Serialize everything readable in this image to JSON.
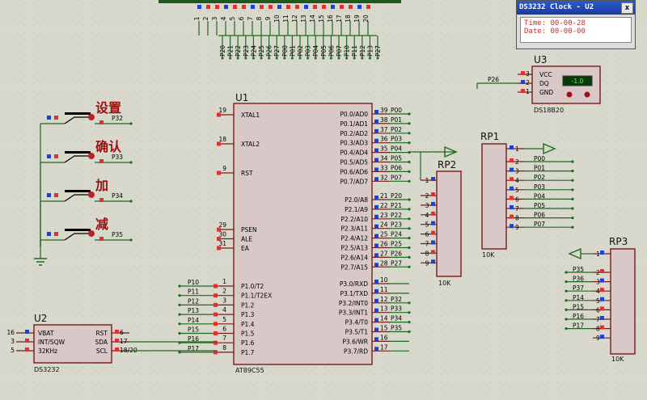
{
  "clock_window": {
    "title": "DS3232 Clock - U2",
    "close": "x",
    "time_label": "Time:",
    "time": "00-00-28",
    "date_label": "Date:",
    "date": "00-00-00"
  },
  "top_header": {
    "numbers": [
      "1",
      "2",
      "3",
      "4",
      "5",
      "6",
      "7",
      "8",
      "9",
      "10",
      "11",
      "12",
      "13",
      "14",
      "15",
      "16",
      "17",
      "18",
      "19",
      "20"
    ],
    "nets": [
      "P20",
      "P21",
      "P22",
      "P23",
      "P24",
      "P25",
      "P26",
      "P27",
      "P00",
      "P01",
      "P02",
      "P03",
      "P04",
      "P05",
      "P06",
      "P07",
      "P10",
      "P11",
      "P12",
      "P13",
      "P27"
    ]
  },
  "buttons": [
    {
      "label": "设置",
      "net": "P32"
    },
    {
      "label": "确认",
      "net": "P33"
    },
    {
      "label": "加",
      "net": "P34"
    },
    {
      "label": "减",
      "net": "P35"
    }
  ],
  "u1": {
    "ref": "U1",
    "part": "AT89C55",
    "left_top": [
      {
        "num": "19",
        "name": "XTAL1"
      },
      {
        "num": "18",
        "name": "XTAL2"
      },
      {
        "num": "9",
        "name": "RST"
      }
    ],
    "left_mid": [
      {
        "num": "29",
        "name": "PSEN"
      },
      {
        "num": "30",
        "name": "ALE"
      },
      {
        "num": "31",
        "name": "EA"
      }
    ],
    "left_p1": [
      {
        "num": "1",
        "name": "P1.0/T2",
        "net": "P10"
      },
      {
        "num": "2",
        "name": "P1.1/T2EX",
        "net": "P11"
      },
      {
        "num": "3",
        "name": "P1.2",
        "net": "P12"
      },
      {
        "num": "4",
        "name": "P1.3",
        "net": "P13"
      },
      {
        "num": "5",
        "name": "P1.4",
        "net": "P14"
      },
      {
        "num": "6",
        "name": "P1.5",
        "net": "P15"
      },
      {
        "num": "7",
        "name": "P1.6",
        "net": "P16"
      },
      {
        "num": "8",
        "name": "P1.7",
        "net": "P17"
      }
    ],
    "right_p0": [
      {
        "num": "39",
        "name": "P0.0/AD0",
        "net": "P00"
      },
      {
        "num": "38",
        "name": "P0.1/AD1",
        "net": "P01"
      },
      {
        "num": "37",
        "name": "P0.2/AD2",
        "net": "P02"
      },
      {
        "num": "36",
        "name": "P0.3/AD3",
        "net": "P03"
      },
      {
        "num": "35",
        "name": "P0.4/AD4",
        "net": "P04"
      },
      {
        "num": "34",
        "name": "P0.5/AD5",
        "net": "P05"
      },
      {
        "num": "33",
        "name": "P0.6/AD6",
        "net": "P06"
      },
      {
        "num": "32",
        "name": "P0.7/AD7",
        "net": "P07"
      }
    ],
    "right_p2": [
      {
        "num": "21",
        "name": "P2.0/A8",
        "net": "P20"
      },
      {
        "num": "22",
        "name": "P2.1/A9",
        "net": "P21"
      },
      {
        "num": "23",
        "name": "P2.2/A10",
        "net": "P22"
      },
      {
        "num": "24",
        "name": "P2.3/A11",
        "net": "P23"
      },
      {
        "num": "25",
        "name": "P2.4/A12",
        "net": "P24"
      },
      {
        "num": "26",
        "name": "P2.5/A13",
        "net": "P25"
      },
      {
        "num": "27",
        "name": "P2.6/A14",
        "net": "P26"
      },
      {
        "num": "28",
        "name": "P2.7/A15",
        "net": "P27"
      }
    ],
    "right_p3": [
      {
        "num": "10",
        "name": "P3.0/RXD",
        "net": ""
      },
      {
        "num": "11",
        "name": "P3.1/TXD",
        "net": ""
      },
      {
        "num": "12",
        "name": "P3.2/INT0",
        "net": "P32"
      },
      {
        "num": "13",
        "name": "P3.3/INT1",
        "net": "P33"
      },
      {
        "num": "14",
        "name": "P3.4/T0",
        "net": "P34"
      },
      {
        "num": "15",
        "name": "P3.5/T1",
        "net": "P35"
      },
      {
        "num": "16",
        "name": "P3.6/WR",
        "net": ""
      },
      {
        "num": "17",
        "name": "P3.7/RD",
        "net": ""
      }
    ]
  },
  "u2": {
    "ref": "U2",
    "part": "DS3232",
    "left": [
      {
        "num": "16",
        "name": "VBAT"
      },
      {
        "num": "3",
        "name": "INT/SQW"
      },
      {
        "num": "5",
        "name": "32KHz"
      }
    ],
    "right": [
      {
        "num": "6",
        "name": "RST"
      },
      {
        "num": "17",
        "name": "SDA"
      },
      {
        "num": "18/20",
        "name": "SCL"
      }
    ]
  },
  "u3": {
    "ref": "U3",
    "part": "DS18B20",
    "net": "P26",
    "display": "-1.0",
    "pins": [
      {
        "num": "3",
        "name": "VCC"
      },
      {
        "num": "2",
        "name": "DQ"
      },
      {
        "num": "1",
        "name": "GND"
      }
    ]
  },
  "rp1": {
    "ref": "RP1",
    "value": "10K",
    "pins": [
      "1",
      "2",
      "3",
      "4",
      "5",
      "6",
      "7",
      "8",
      "9"
    ],
    "nets": [
      "",
      "P00",
      "P01",
      "P02",
      "P03",
      "P04",
      "P05",
      "P06",
      "P07"
    ]
  },
  "rp2": {
    "ref": "RP2",
    "value": "10K",
    "pins": [
      "1",
      "2",
      "3",
      "4",
      "5",
      "6",
      "7",
      "8",
      "9"
    ]
  },
  "rp3": {
    "ref": "RP3",
    "value": "10K",
    "pins": [
      "1",
      "2",
      "3",
      "4",
      "5",
      "6",
      "7",
      "8",
      "9"
    ],
    "nets": [
      "",
      "P35",
      "P36",
      "P37",
      "P14",
      "P15",
      "P16",
      "P17"
    ]
  }
}
